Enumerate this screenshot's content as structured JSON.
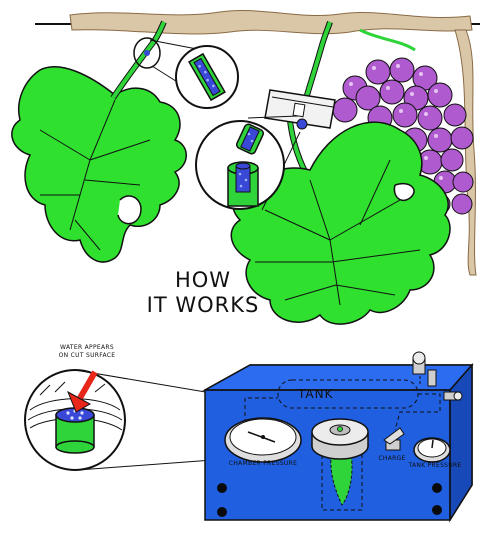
{
  "title": {
    "line1": "HOW",
    "line2": "IT WORKS"
  },
  "labels": {
    "water_line1": "WATER APPEARS",
    "water_line2": "ON CUT SURFACE",
    "tank": "TANK",
    "chamber_pressure": "CHAMBER PRESSURE",
    "charge": "CHARGE",
    "tank_pressure": "TANK PRESSURE"
  },
  "colors": {
    "leaf": "#2fe02f",
    "stem": "#2fd43a",
    "grape": "#b05ad0",
    "box": "#1f5fe0",
    "arrow": "#e8261a",
    "vine": "#d9c7a8"
  }
}
